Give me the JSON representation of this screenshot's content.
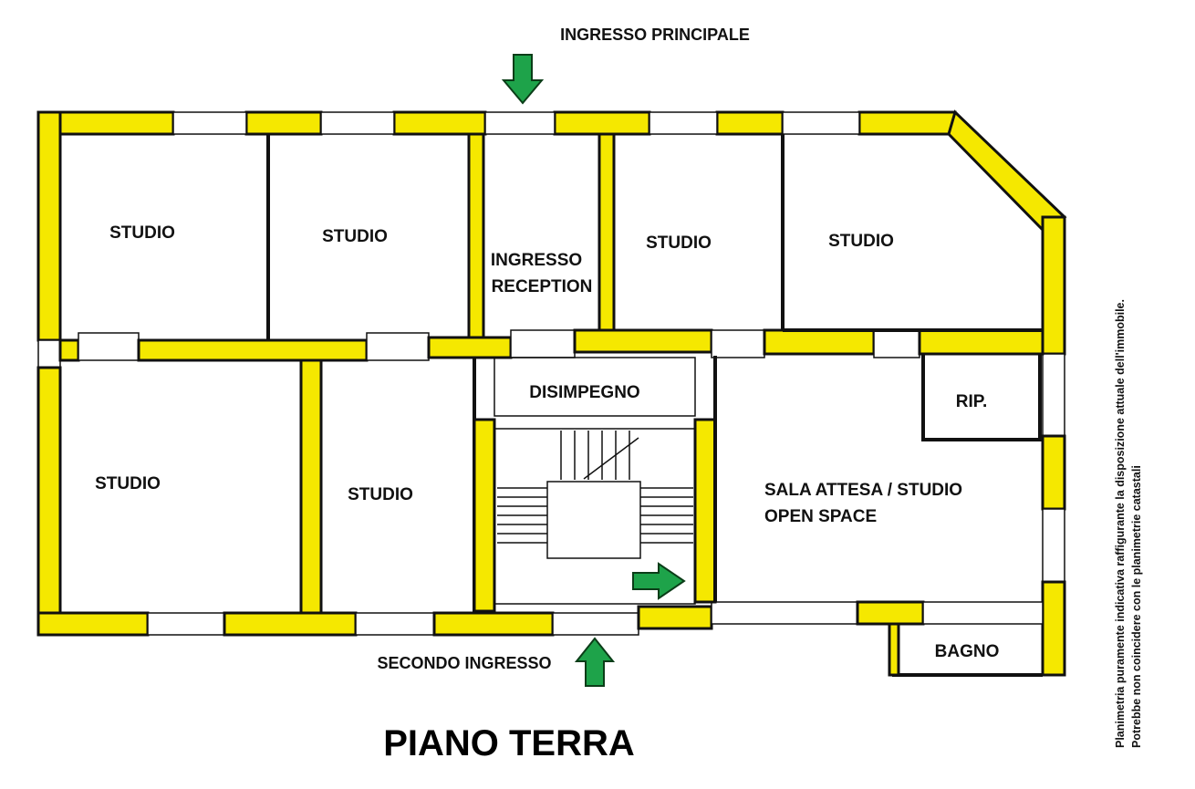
{
  "entrances": {
    "main": "INGRESSO PRINCIPALE",
    "secondary": "SECONDO INGRESSO"
  },
  "rooms": {
    "studio_1": "STUDIO",
    "studio_2": "STUDIO",
    "ingresso_line1": "INGRESSO",
    "ingresso_line2": "RECEPTION",
    "studio_3": "STUDIO",
    "studio_4": "STUDIO",
    "disimpegno": "DISIMPEGNO",
    "rip": "RIP.",
    "studio_5": "STUDIO",
    "studio_6": "STUDIO",
    "sala_line1": "SALA ATTESA / STUDIO",
    "sala_line2": "OPEN SPACE",
    "bagno": "BAGNO"
  },
  "title": "PIANO TERRA",
  "disclaimer": {
    "line1": "Planimetria puramente indicativa raffigurante la disposizione attuale dell'immobile.",
    "line2": "Potrebbe non coincidere con le planimetrie catastali"
  },
  "colors": {
    "wall_fill": "#f5e800",
    "line": "#111111",
    "arrow": "#1ea34a"
  },
  "icons": {
    "arrow_main": "arrow-down-icon",
    "arrow_secondary": "arrow-up-icon",
    "arrow_internal": "arrow-right-icon"
  }
}
